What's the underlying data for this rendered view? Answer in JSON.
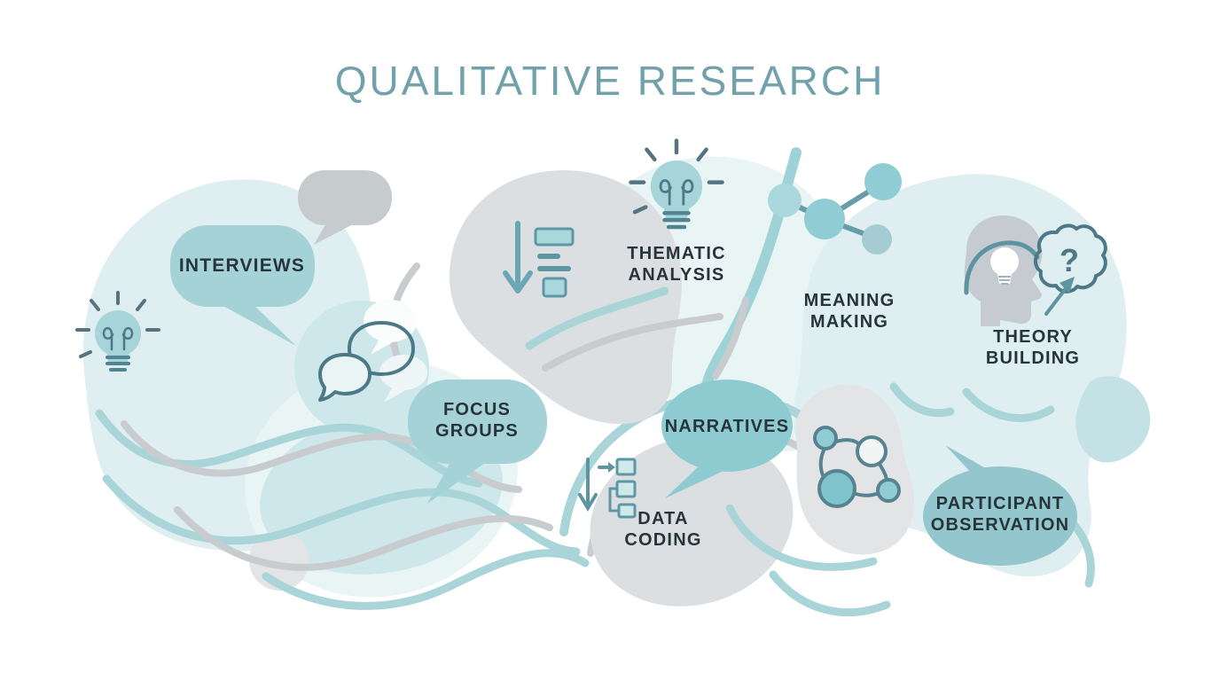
{
  "title": "QUALITATIVE RESEARCH",
  "methods": {
    "interviews": "INTERVIEWS",
    "focus_groups": "FOCUS GROUPS",
    "thematic_analysis": "THEMATIC ANALYSIS",
    "meaning_making": "MEANING MAKING",
    "theory_building": "THEORY BUILDING",
    "narratives": "NARRATIVES",
    "data_coding": "DATA CODING",
    "participant_observation": "PARTICIPANT OBSERVATION"
  },
  "icons": {
    "question_mark": "?",
    "names": [
      "lightbulb-icon",
      "idea-lightbulb-icon",
      "sort-descending-icon",
      "chat-bubbles-icon",
      "network-nodes-icon",
      "head-idea-icon",
      "question-cloud-icon",
      "cluster-diagram-icon",
      "data-coding-icon"
    ]
  },
  "colors": {
    "title-color": "#71a1ab",
    "label-color": "#27343b",
    "bubble-teal": "#a4d2d7",
    "bubble-teal-dark": "#8ecbd1",
    "bubble-teal-dark2": "#93c7cd",
    "blob-light": "#dfeef0",
    "blob-lighter": "#e9f4f5",
    "blob-med": "#cde7ea",
    "blob-bean": "#c4e1e5",
    "blob-gray": "#dcdfe1",
    "blob-gray2": "#e2e4e6",
    "gray-bubble": "#c6cbce",
    "stroke-teal": "#a9d5d9",
    "stroke-gray": "#c8cccf",
    "stem-teal": "#9ed2d7",
    "icon-dark": "#4c7987",
    "icon-mid": "#5f96a4",
    "arrow-teal": "#6ba7b3",
    "head-gray": "#c6cbd1"
  }
}
